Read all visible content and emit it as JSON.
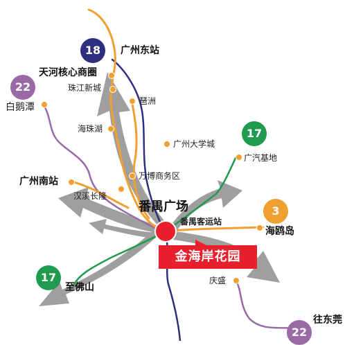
{
  "colors": {
    "line_18": "#2e2f7f",
    "line_22": "#9a6aa6",
    "line_17": "#1f9a4e",
    "line_3": "#f0a030",
    "arrow": "#8f8f8f",
    "hub": "#e8202e",
    "sign": "#e8202e"
  },
  "badges": [
    {
      "id": "18",
      "label": "18",
      "color": "#2e2f7f"
    },
    {
      "id": "22-top",
      "label": "22",
      "color": "#9a6aa6"
    },
    {
      "id": "17-right",
      "label": "17",
      "color": "#1f9a4e"
    },
    {
      "id": "3",
      "label": "3",
      "color": "#f0a030"
    },
    {
      "id": "17-left",
      "label": "17",
      "color": "#1f9a4e"
    },
    {
      "id": "22-bottom",
      "label": "22",
      "color": "#9a6aa6"
    }
  ],
  "labels": {
    "guangzhou_east": "广州东站",
    "tianhe": "天河核心商圈",
    "zhujiang": "珠江新城",
    "pazhou": "琶洲",
    "baietan": "白鹅潭",
    "haizhuhu": "海珠湖",
    "university": "广州大学城",
    "gac": "广汽基地",
    "wanbo": "万博商务区",
    "guangzhou_south": "广州南站",
    "hanxi": "汉溪长隆",
    "panyu_square": "番禺广场",
    "panyu_bus": "番禺客运站",
    "haiou": "海鸥岛",
    "foshan": "至佛山",
    "qingsheng": "庆盛",
    "dongguan": "往东莞"
  },
  "sign": {
    "text": "金海岸花园"
  },
  "icons": {
    "hub": "station-circle-icon",
    "arrows": "direction-arrow-icon"
  }
}
